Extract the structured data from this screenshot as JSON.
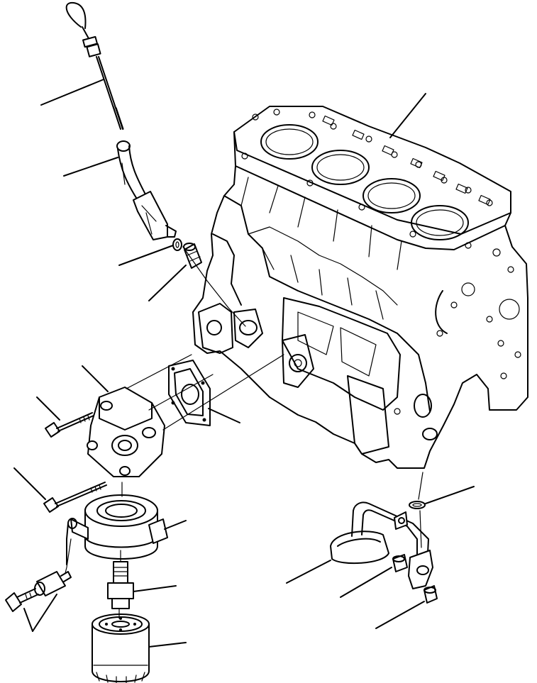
{
  "diagram": {
    "type": "exploded-parts-illustration",
    "background": "#ffffff",
    "line_color": "#000000",
    "parts": [
      "dipstick",
      "dipstick-guide-tube",
      "o-ring",
      "tube-adapter",
      "cylinder-block",
      "oil-filter-head",
      "bolt-short",
      "bolt-long",
      "gasket",
      "oil-cooler",
      "nipple",
      "oil-filter-cartridge",
      "hose-fitting",
      "bolt-pair",
      "oil-strainer",
      "strainer-o-ring",
      "strainer-bolt",
      "strainer-bolt-lower"
    ]
  }
}
